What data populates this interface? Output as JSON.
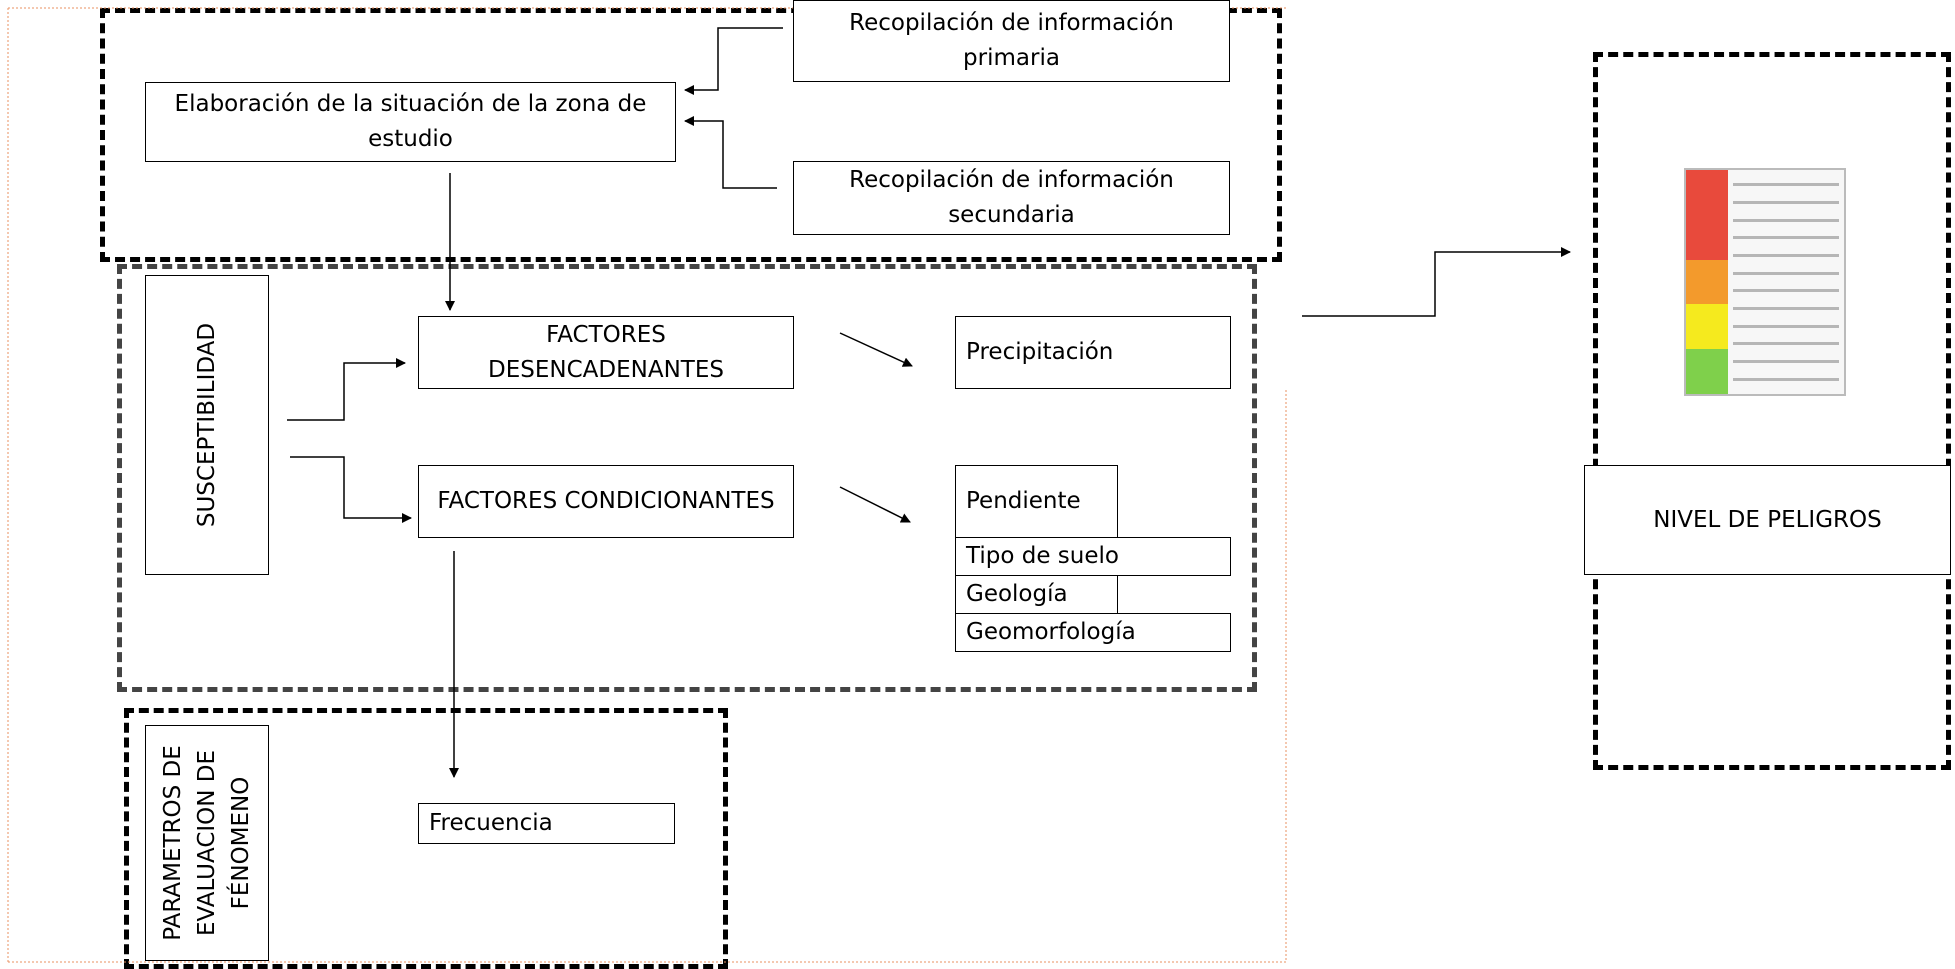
{
  "boxes": {
    "primaria": "Recopilación de información primaria",
    "elaboracion": "Elaboración de la situación de la zona de estudio",
    "secundaria": "Recopilación de información secundaria",
    "susceptibilidad": "SUSCEPTIBILIDAD",
    "desencadenantes": "FACTORES DESENCADENANTES",
    "precipitacion": "Precipitación",
    "condicionantes": "FACTORES CONDICIONANTES",
    "pendiente": "Pendiente",
    "tipo_suelo": "Tipo de suelo",
    "geologia": "Geología",
    "geomorfologia": "Geomorfología",
    "parametros": "PARAMETROS DE EVALUACION DE FÉNOMENO",
    "frecuencia": "Frecuencia",
    "nivel_peligros": "NIVEL DE PELIGROS"
  },
  "legend_image": {
    "colors": [
      "#e84a3c",
      "#f39a2c",
      "#f5ea1e",
      "#7fd04b"
    ]
  }
}
